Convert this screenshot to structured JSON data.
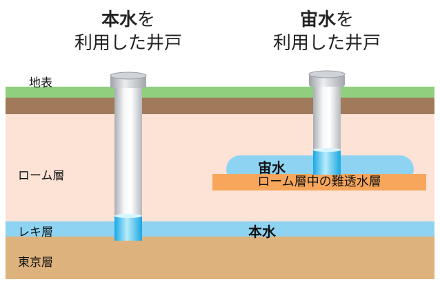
{
  "titles": {
    "left": {
      "line1_bold": "本水",
      "line1_rest": "を",
      "line2": "利用した井戸"
    },
    "right": {
      "line1_bold": "宙水",
      "line1_rest": "を",
      "line2": "利用した井戸"
    }
  },
  "layers": {
    "surface": "地表",
    "loam": "ローム層",
    "gravel": "レキ層",
    "tokyo": "東京層",
    "aquitard": "ローム層中の難透水層"
  },
  "water": {
    "perched": "宙水",
    "main": "本水"
  },
  "colors": {
    "grass": "#8fcf7e",
    "topsoil": "#a07a5a",
    "loam": "#fde3d6",
    "gravel": "#8ed4f2",
    "tokyo": "#deb27c",
    "aquitard": "#f7a65b",
    "perched_water": "#8ed4f2",
    "pipe": "#e4e6ea",
    "well_water": "#3ec0ee"
  }
}
